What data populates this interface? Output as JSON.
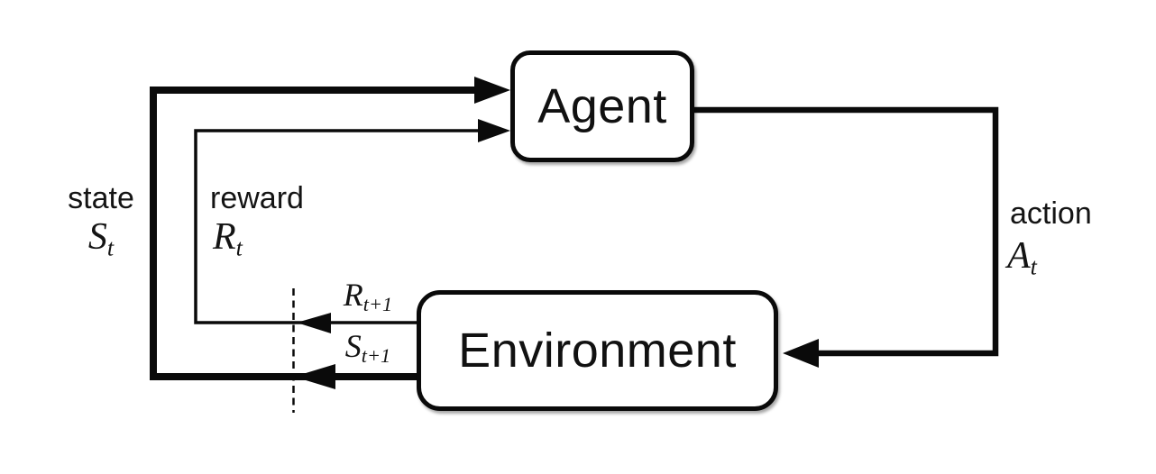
{
  "diagram": {
    "title_hint": "agent-environment-interaction-loop",
    "background_color": "#ffffff",
    "line_color": "#0a0a0a",
    "box_fill": "#ffffff",
    "boxes": {
      "agent": {
        "label": "Agent"
      },
      "environment": {
        "label": "Environment"
      }
    },
    "edges": {
      "state": {
        "word": "state",
        "symbol_base": "S",
        "symbol_sub": "t"
      },
      "reward": {
        "word": "reward",
        "symbol_base": "R",
        "symbol_sub": "t"
      },
      "action": {
        "word": "action",
        "symbol_base": "A",
        "symbol_sub": "t"
      },
      "next_reward": {
        "symbol_base": "R",
        "symbol_sub": "t+1"
      },
      "next_state": {
        "symbol_base": "S",
        "symbol_sub": "t+1"
      }
    }
  }
}
